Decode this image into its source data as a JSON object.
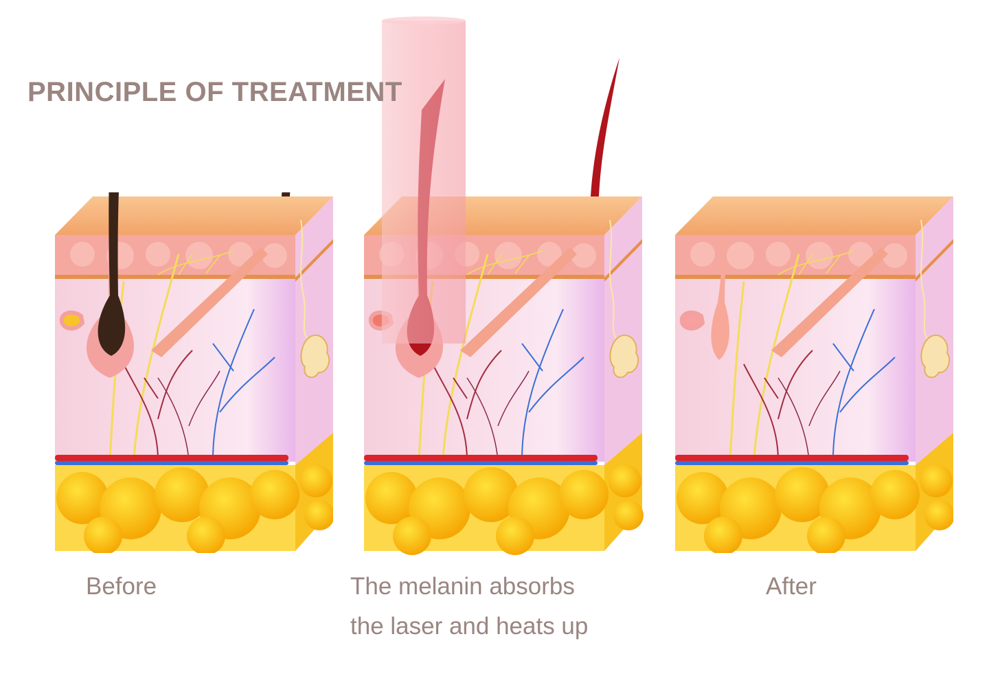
{
  "title": "PRINCIPLE OF TREATMENT",
  "panels": [
    {
      "id": "before",
      "caption_lines": [
        "Before"
      ],
      "hair_color": "#3a2418"
    },
    {
      "id": "laser",
      "caption_lines": [
        "The melanin absorbs",
        "the laser and heats up"
      ],
      "hair_color": "#b0141c",
      "laser_color": "#f7b8bd"
    },
    {
      "id": "after",
      "caption_lines": [
        "After"
      ],
      "hair_color": "none"
    }
  ],
  "colors": {
    "text": "#9a8580",
    "skin_top": "#f6b27a",
    "epidermis": "#f4a8a0",
    "dermis": "#f8dce8",
    "fat": "#f9b712",
    "artery": "#d9242b",
    "vein": "#3a6fd6",
    "nerve": "#f3dc58"
  }
}
